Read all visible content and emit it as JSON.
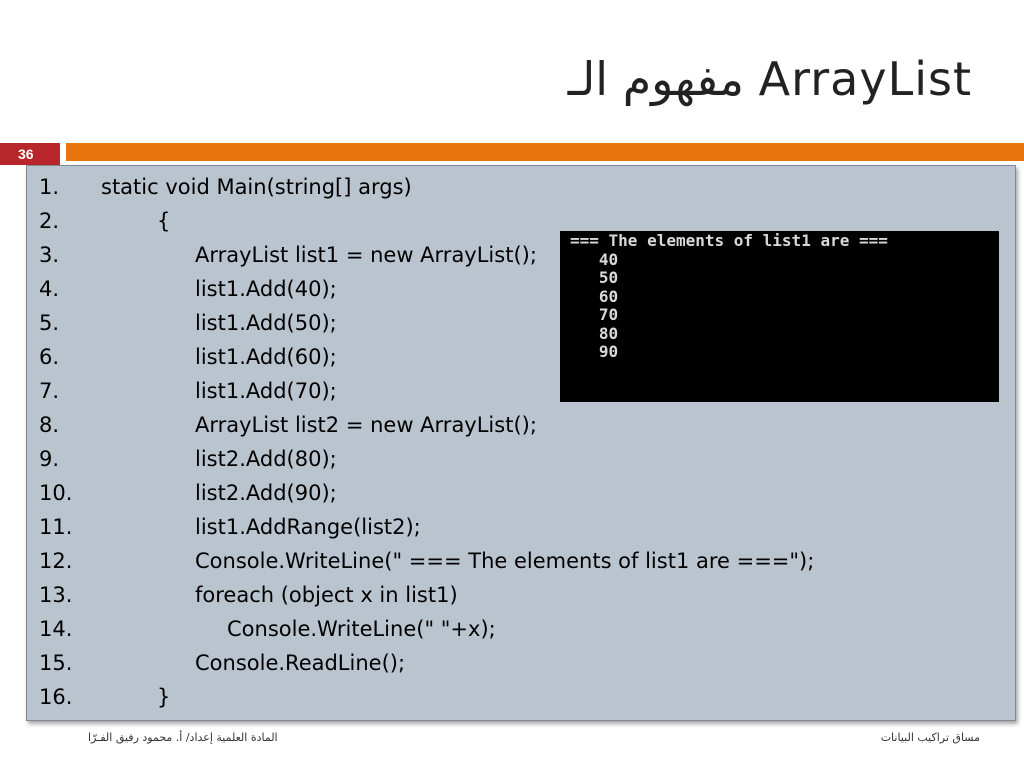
{
  "slide": {
    "title": "مفهوم الـ ArrayList",
    "number": "36"
  },
  "code": {
    "lines": [
      {
        "num": "1.",
        "text": "static void Main(string[] args)"
      },
      {
        "num": "2.",
        "text": "{"
      },
      {
        "num": "3.",
        "text": "ArrayList list1 = new ArrayList();"
      },
      {
        "num": "4.",
        "text": "list1.Add(40);"
      },
      {
        "num": "5.",
        "text": "list1.Add(50);"
      },
      {
        "num": "6.",
        "text": "list1.Add(60);"
      },
      {
        "num": "7.",
        "text": "list1.Add(70);"
      },
      {
        "num": "8.",
        "text": "ArrayList list2 = new ArrayList();"
      },
      {
        "num": "9.",
        "text": "list2.Add(80);"
      },
      {
        "num": "10.",
        "text": "list2.Add(90);"
      },
      {
        "num": "11.",
        "text": "list1.AddRange(list2);"
      },
      {
        "num": "12.",
        "text": "Console.WriteLine(\"  === The elements of list1 are ===\");"
      },
      {
        "num": "13.",
        "text": "foreach (object x in list1)"
      },
      {
        "num": "14.",
        "text": "Console.WriteLine(\"     \"+x);"
      },
      {
        "num": "15.",
        "text": "Console.ReadLine();"
      },
      {
        "num": "16.",
        "text": "}"
      }
    ]
  },
  "console": {
    "lines": [
      "=== The elements of list1 are ===",
      "   40",
      "   50",
      "   60",
      "   70",
      "   80",
      "   90"
    ]
  },
  "footer": {
    "left": "المادة العلمية إعداد/ أ. محمود رفيق الفـرّا",
    "right": "مساق تراكيب البيانات"
  },
  "colors": {
    "accent_orange": "#e8740c",
    "accent_light_orange": "#e8a14c",
    "slide_number_bg": "#b7262a",
    "code_bg": "#bac4cf",
    "console_bg": "#000000"
  }
}
